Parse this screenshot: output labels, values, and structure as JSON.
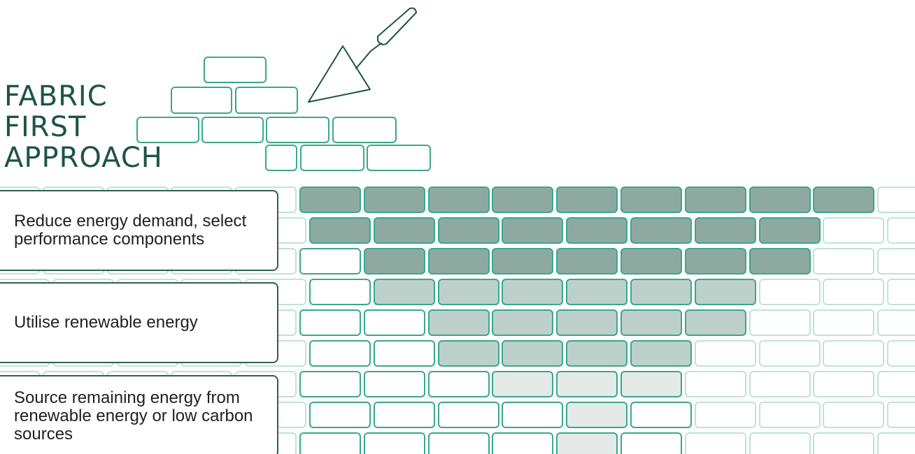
{
  "title": {
    "line1": "FABRIC",
    "line2": "FIRST",
    "line3": "APPROACH"
  },
  "steps": [
    {
      "label": "Reduce energy demand, select performance components"
    },
    {
      "label": "Utilise renewable energy"
    },
    {
      "label": "Source remaining energy from renewable energy or low carbon sources"
    }
  ],
  "colors": {
    "title": "#1d5446",
    "box_border": "#2e5f52",
    "brick_outline": "#3aa88a",
    "brick_faint": "#bfe3d6",
    "fill_dark": "#8eaaa0",
    "fill_mid": "#bdd0c9",
    "fill_light": "#e3eae7"
  },
  "icons": [
    "trowel-icon",
    "brick-icon"
  ]
}
